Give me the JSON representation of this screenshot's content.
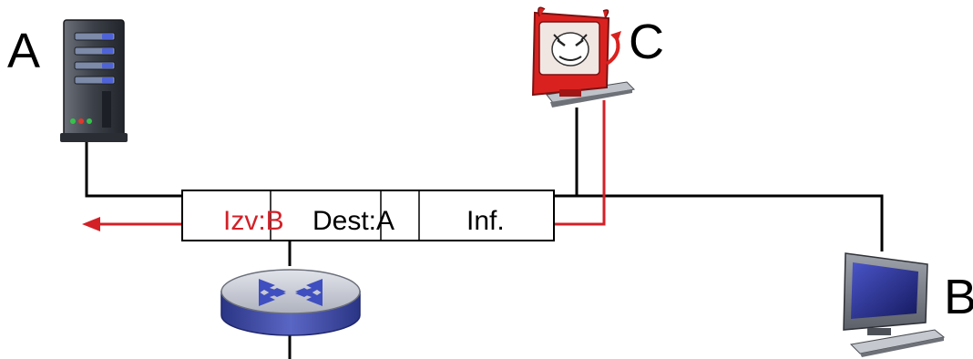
{
  "nodes": {
    "a": {
      "label": "A"
    },
    "b": {
      "label": "B"
    },
    "c": {
      "label": "C"
    }
  },
  "packet": {
    "src_field": "Izv:B",
    "dest_field": "Dest:A",
    "info_field": "Inf."
  },
  "colors": {
    "line": "#000000",
    "spoof_path": "#d32027",
    "router_top": "#c9ccd6",
    "router_side": "#4a56b0",
    "router_arrows": "#3f4fc0",
    "attacker_body": "#d9221f",
    "server_body": "#3a3d44",
    "monitor_screen": "#2a2f8a"
  },
  "icons": {
    "server": "server-icon",
    "router": "router-icon",
    "attacker": "attacker-computer-icon",
    "host": "desktop-computer-icon",
    "arrow": "arrow-left-icon"
  }
}
